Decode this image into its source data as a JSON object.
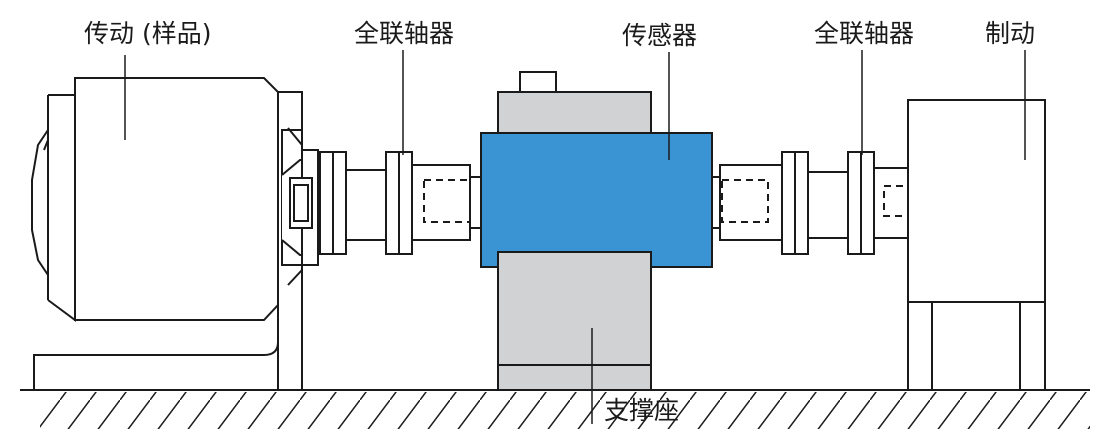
{
  "labels": {
    "drive": "传动 (样品)",
    "coupling_left": "全联轴器",
    "sensor": "传感器",
    "coupling_right": "全联轴器",
    "brake": "制动",
    "support": "支撑座"
  },
  "colors": {
    "sensor_body": "#3a93d2",
    "housing_grey": "#d0d2d3",
    "outline": "#1a1a1a"
  }
}
